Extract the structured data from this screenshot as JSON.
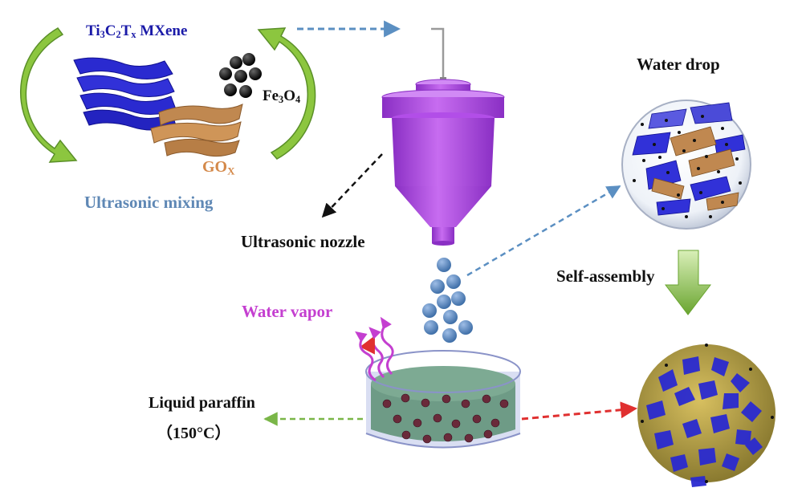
{
  "labels": {
    "mxene": {
      "main": "Ti",
      "s1": "3",
      "c": "C",
      "s2": "2",
      "t": "T",
      "s3": "x",
      "rest": " MXene"
    },
    "fe3o4": {
      "fe": "Fe",
      "s1": "3",
      "o": "O",
      "s2": "4"
    },
    "gox": {
      "main": "GO",
      "sub": "X"
    },
    "mixing": "Ultrasonic mixing",
    "nozzle": "Ultrasonic nozzle",
    "water_drop": "Water drop",
    "self_assembly": "Self-assembly",
    "water_vapor": "Water vapor",
    "paraffin": "Liquid paraffin",
    "temperature": "（150°C）"
  },
  "colors": {
    "mxene": "#2a2ad0",
    "gox": "#c08850",
    "fe3o4": "#111111",
    "nozzle": "#b24ee8",
    "droplet": "#5b8cc8",
    "mixing_arrow": "#8cc63f",
    "self_assembly_arrow": "#7cb342",
    "vapor": "#c43fd0",
    "arrow_blue": "#5b8fc2",
    "arrow_black": "#111111",
    "arrow_green": "#7ab648",
    "arrow_red": "#e03030",
    "bath_liquid": "#6e9b86",
    "sphere_yellow": "#d8c060"
  }
}
